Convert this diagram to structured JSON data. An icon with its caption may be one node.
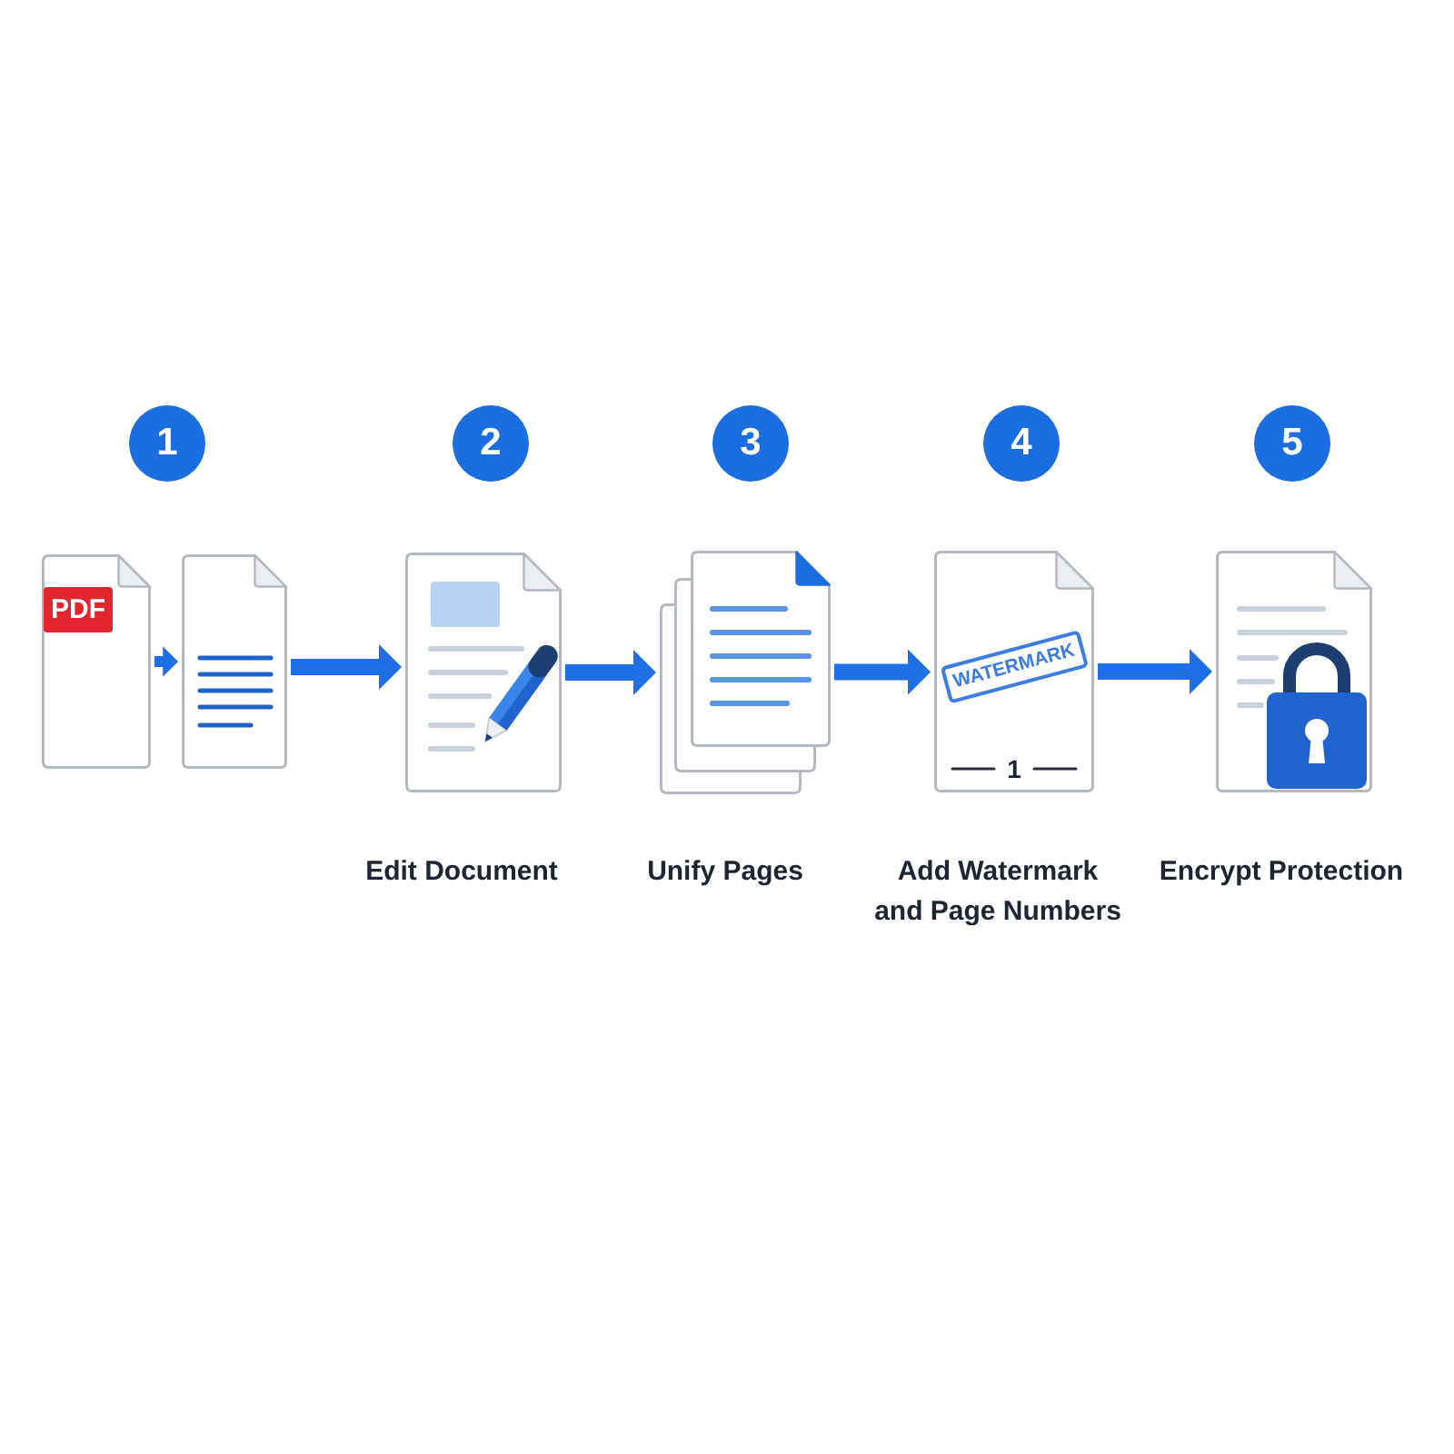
{
  "diagram": {
    "nodes": [
      {
        "text": [
          "1"
        ]
      },
      {
        "text": [],
        "shape": "picture"
      },
      {
        "text": [
          "PDF"
        ],
        "in": 1
      },
      {
        "text": [],
        "shape": "picture"
      },
      {
        "text": [
          "2"
        ]
      },
      {
        "text": [],
        "shape": "picture",
        "beside": [
          "Edit Document"
        ]
      },
      {
        "text": [
          "3"
        ]
      },
      {
        "text": [],
        "shape": "picture",
        "beside": [
          "Unify Pages"
        ]
      },
      {
        "text": [
          "4"
        ]
      },
      {
        "text": [
          "1"
        ],
        "beside": [
          "Add Watermark and Page Numbers"
        ]
      },
      {
        "text": [
          "WATERMARK"
        ],
        "in": 9
      },
      {
        "text": [
          "5"
        ]
      },
      {
        "text": [],
        "shape": "picture",
        "beside": [
          "Encrypt Protection"
        ]
      }
    ],
    "edges": [
      {
        "from": 1,
        "to": 3,
        "arrow": "to"
      },
      {
        "from": 3,
        "to": 5,
        "arrow": "to"
      },
      {
        "from": 5,
        "to": 7,
        "arrow": "to"
      },
      {
        "from": 7,
        "to": 9,
        "arrow": "to"
      },
      {
        "from": 9,
        "to": 12,
        "arrow": "to"
      }
    ]
  }
}
